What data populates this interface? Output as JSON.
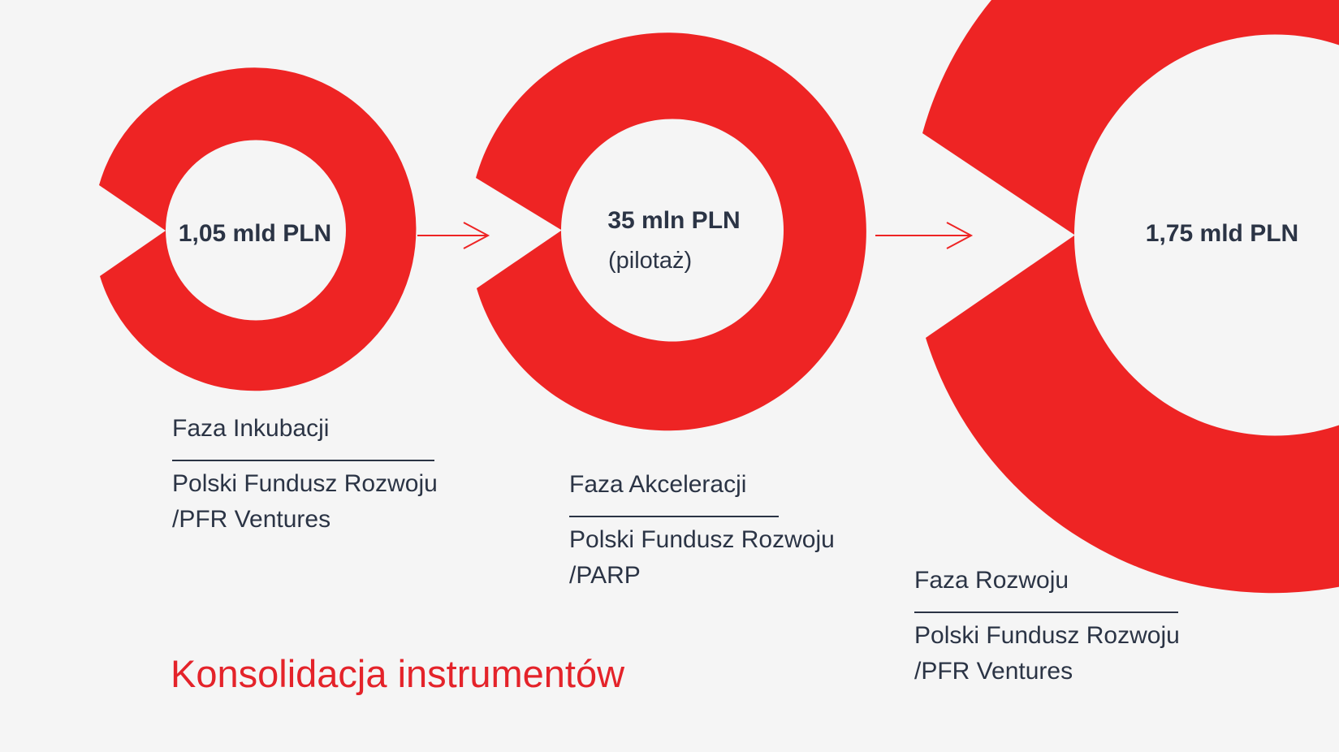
{
  "colors": {
    "background": "#f5f5f5",
    "accent": "#ee2424",
    "text": "#2b3445",
    "title": "#e4232a"
  },
  "stages": [
    {
      "amount": "1,05 mld PLN",
      "note": "",
      "phase": "Faza Inkubacji",
      "org_line1": "Polski Fundusz Rozwoju",
      "org_line2": "/PFR Ventures"
    },
    {
      "amount": "35 mln PLN",
      "note": "(pilotaż)",
      "phase": "Faza Akceleracji",
      "org_line1": "Polski Fundusz Rozwoju",
      "org_line2": "/PARP"
    },
    {
      "amount": "1,75 mld PLN",
      "note": "",
      "phase": "Faza Rozwoju",
      "org_line1": "Polski Fundusz Rozwoju",
      "org_line2": "/PFR Ventures"
    }
  ],
  "title": "Konsolidacja instrumentów"
}
